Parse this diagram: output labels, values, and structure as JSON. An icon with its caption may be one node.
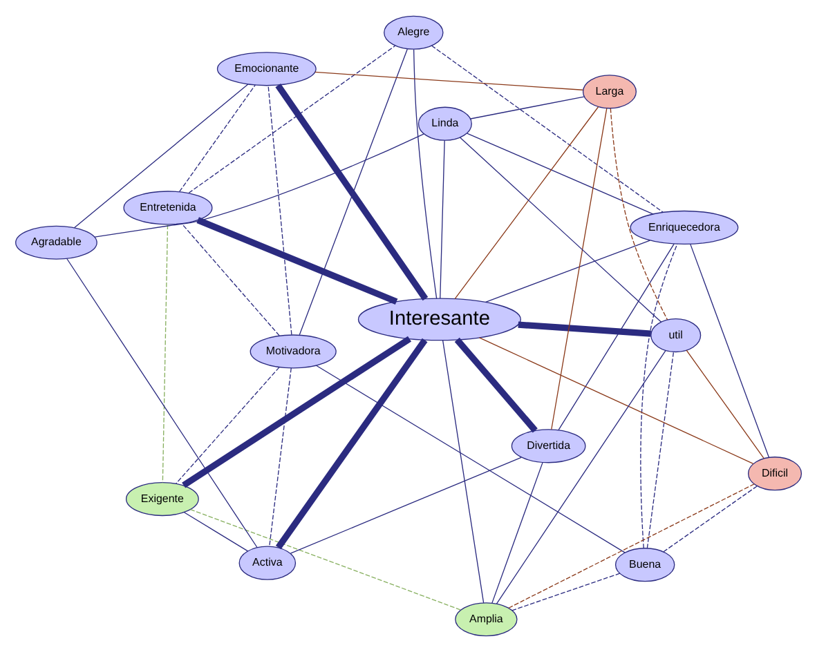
{
  "diagram": {
    "nodes": [
      {
        "text": [
          "Motivadora"
        ]
      },
      {
        "text": [
          "Entretenida"
        ]
      },
      {
        "text": [
          "Buena"
        ]
      },
      {
        "text": [
          "Alegre"
        ]
      },
      {
        "text": [
          "Enriquecedora"
        ]
      },
      {
        "text": [
          "Exigente"
        ]
      },
      {
        "text": [
          "Interesante"
        ]
      },
      {
        "text": [
          "Dificil"
        ]
      },
      {
        "text": [
          "Activa"
        ]
      },
      {
        "text": [
          "Emocionante"
        ]
      },
      {
        "text": [
          "Amplia"
        ]
      },
      {
        "text": [
          "Agradable"
        ]
      },
      {
        "text": [
          "Divertida"
        ]
      },
      {
        "text": [
          "util"
        ]
      },
      {
        "text": [
          "Larga"
        ]
      },
      {
        "text": [
          "Linda"
        ]
      }
    ],
    "edges": [
      {
        "from": 0,
        "to": 2,
        "arrow": "none"
      },
      {
        "from": 0,
        "to": 3,
        "arrow": "none"
      },
      {
        "from": 0,
        "to": 1,
        "arrow": "none",
        "style": "dashed"
      },
      {
        "from": 0,
        "to": 5,
        "arrow": "none",
        "style": "dashed"
      },
      {
        "from": 0,
        "to": 8,
        "arrow": "none",
        "style": "dashed"
      },
      {
        "from": 0,
        "to": 9,
        "arrow": "none",
        "style": "dashed"
      },
      {
        "from": 1,
        "to": 6,
        "arrow": "none",
        "style": "thick"
      },
      {
        "from": 1,
        "to": 3,
        "arrow": "none",
        "style": "dashed"
      },
      {
        "from": 1,
        "to": 5,
        "arrow": "none",
        "style": "dashed",
        "color": "#88b060"
      },
      {
        "from": 1,
        "to": 9,
        "arrow": "none",
        "style": "dashed"
      },
      {
        "from": 2,
        "to": 4,
        "arrow": "none",
        "style": "dashed"
      },
      {
        "from": 2,
        "to": 7,
        "arrow": "none",
        "style": "dashed"
      },
      {
        "from": 2,
        "to": 13,
        "arrow": "none",
        "style": "dashed"
      },
      {
        "from": 2,
        "to": 10,
        "arrow": "none",
        "style": "dashed"
      },
      {
        "from": 3,
        "to": 6,
        "arrow": "none"
      },
      {
        "from": 3,
        "to": 4,
        "arrow": "none",
        "style": "dashed"
      },
      {
        "from": 4,
        "to": 6,
        "arrow": "none"
      },
      {
        "from": 4,
        "to": 7,
        "arrow": "none"
      },
      {
        "from": 4,
        "to": 15,
        "arrow": "none"
      },
      {
        "from": 4,
        "to": 12,
        "arrow": "none"
      },
      {
        "from": 5,
        "to": 6,
        "arrow": "none",
        "style": "thick"
      },
      {
        "from": 5,
        "to": 8,
        "arrow": "none"
      },
      {
        "from": 5,
        "to": 10,
        "arrow": "none",
        "style": "dashed",
        "color": "#88b060"
      },
      {
        "from": 6,
        "to": 8,
        "arrow": "none",
        "style": "thick"
      },
      {
        "from": 6,
        "to": 9,
        "arrow": "none",
        "style": "thick"
      },
      {
        "from": 6,
        "to": 12,
        "arrow": "none",
        "style": "thick"
      },
      {
        "from": 6,
        "to": 15,
        "arrow": "none"
      },
      {
        "from": 6,
        "to": 13,
        "arrow": "none",
        "style": "thick"
      },
      {
        "from": 6,
        "to": 7,
        "arrow": "none",
        "color": "#8b3a1a"
      },
      {
        "from": 6,
        "to": 10,
        "arrow": "none"
      },
      {
        "from": 6,
        "to": 14,
        "arrow": "none",
        "color": "#8b3a1a"
      },
      {
        "from": 8,
        "to": 11,
        "arrow": "none"
      },
      {
        "from": 8,
        "to": 12,
        "arrow": "none"
      },
      {
        "from": 9,
        "to": 11,
        "arrow": "none"
      },
      {
        "from": 9,
        "to": 14,
        "arrow": "none",
        "color": "#8b3a1a"
      },
      {
        "from": 12,
        "to": 14,
        "arrow": "none",
        "color": "#8b3a1a"
      },
      {
        "from": 12,
        "to": 10,
        "arrow": "none"
      },
      {
        "from": 11,
        "to": 15,
        "arrow": "none"
      },
      {
        "from": 14,
        "to": 15,
        "arrow": "none"
      },
      {
        "from": 15,
        "to": 13,
        "arrow": "none"
      },
      {
        "from": 13,
        "to": 10,
        "arrow": "none"
      },
      {
        "from": 7,
        "to": 13,
        "arrow": "none",
        "color": "#8b3a1a"
      },
      {
        "from": 14,
        "to": 13,
        "arrow": "none",
        "style": "dashed",
        "color": "#8b3a1a"
      },
      {
        "from": 7,
        "to": 10,
        "arrow": "none",
        "style": "dashed",
        "color": "#8b3a1a"
      }
    ]
  }
}
